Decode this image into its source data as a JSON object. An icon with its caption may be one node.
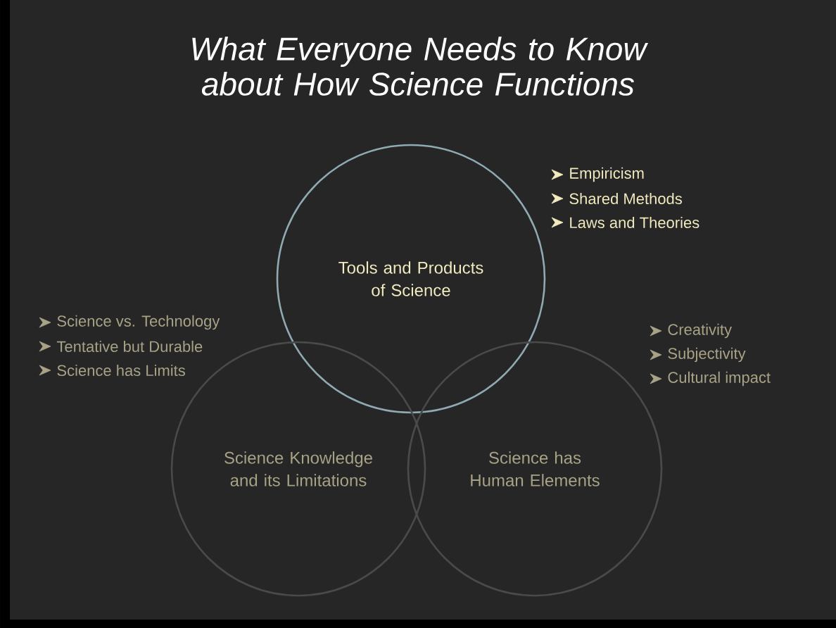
{
  "diagram": {
    "title": "What Everyone Needs to Know about How Science Functions",
    "nodes": [
      {
        "text": [
          "Tools and Products of Science"
        ],
        "beside": [
          "Empiricism",
          "Shared Methods",
          "Laws and Theories"
        ]
      },
      {
        "text": [
          "Science Knowledge and its Limitations"
        ],
        "beside": [
          "Science vs. Technology",
          "Tentative but Durable",
          "Science has Limits"
        ]
      },
      {
        "text": [
          "Science has Human Elements"
        ],
        "beside": [
          "Creativity",
          "Subjectivity",
          "Cultural impact"
        ]
      }
    ]
  }
}
